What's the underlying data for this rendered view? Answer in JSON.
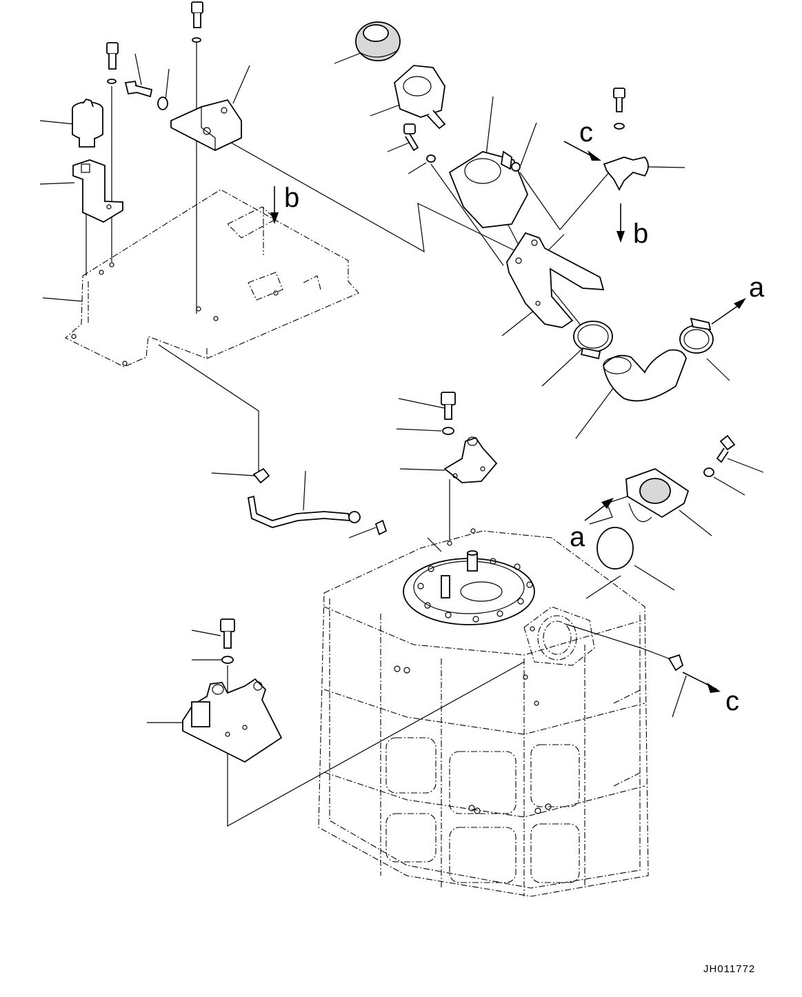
{
  "drawing": {
    "code": "JH011772",
    "arrow_letters": [
      "a",
      "b",
      "c"
    ],
    "callouts": [
      {
        "letter": "b",
        "role": "connector"
      },
      {
        "letter": "c",
        "role": "connector"
      },
      {
        "letter": "b",
        "role": "connector"
      },
      {
        "letter": "a",
        "role": "connector"
      },
      {
        "letter": "a",
        "role": "connector"
      },
      {
        "letter": "c",
        "role": "connector"
      }
    ]
  }
}
